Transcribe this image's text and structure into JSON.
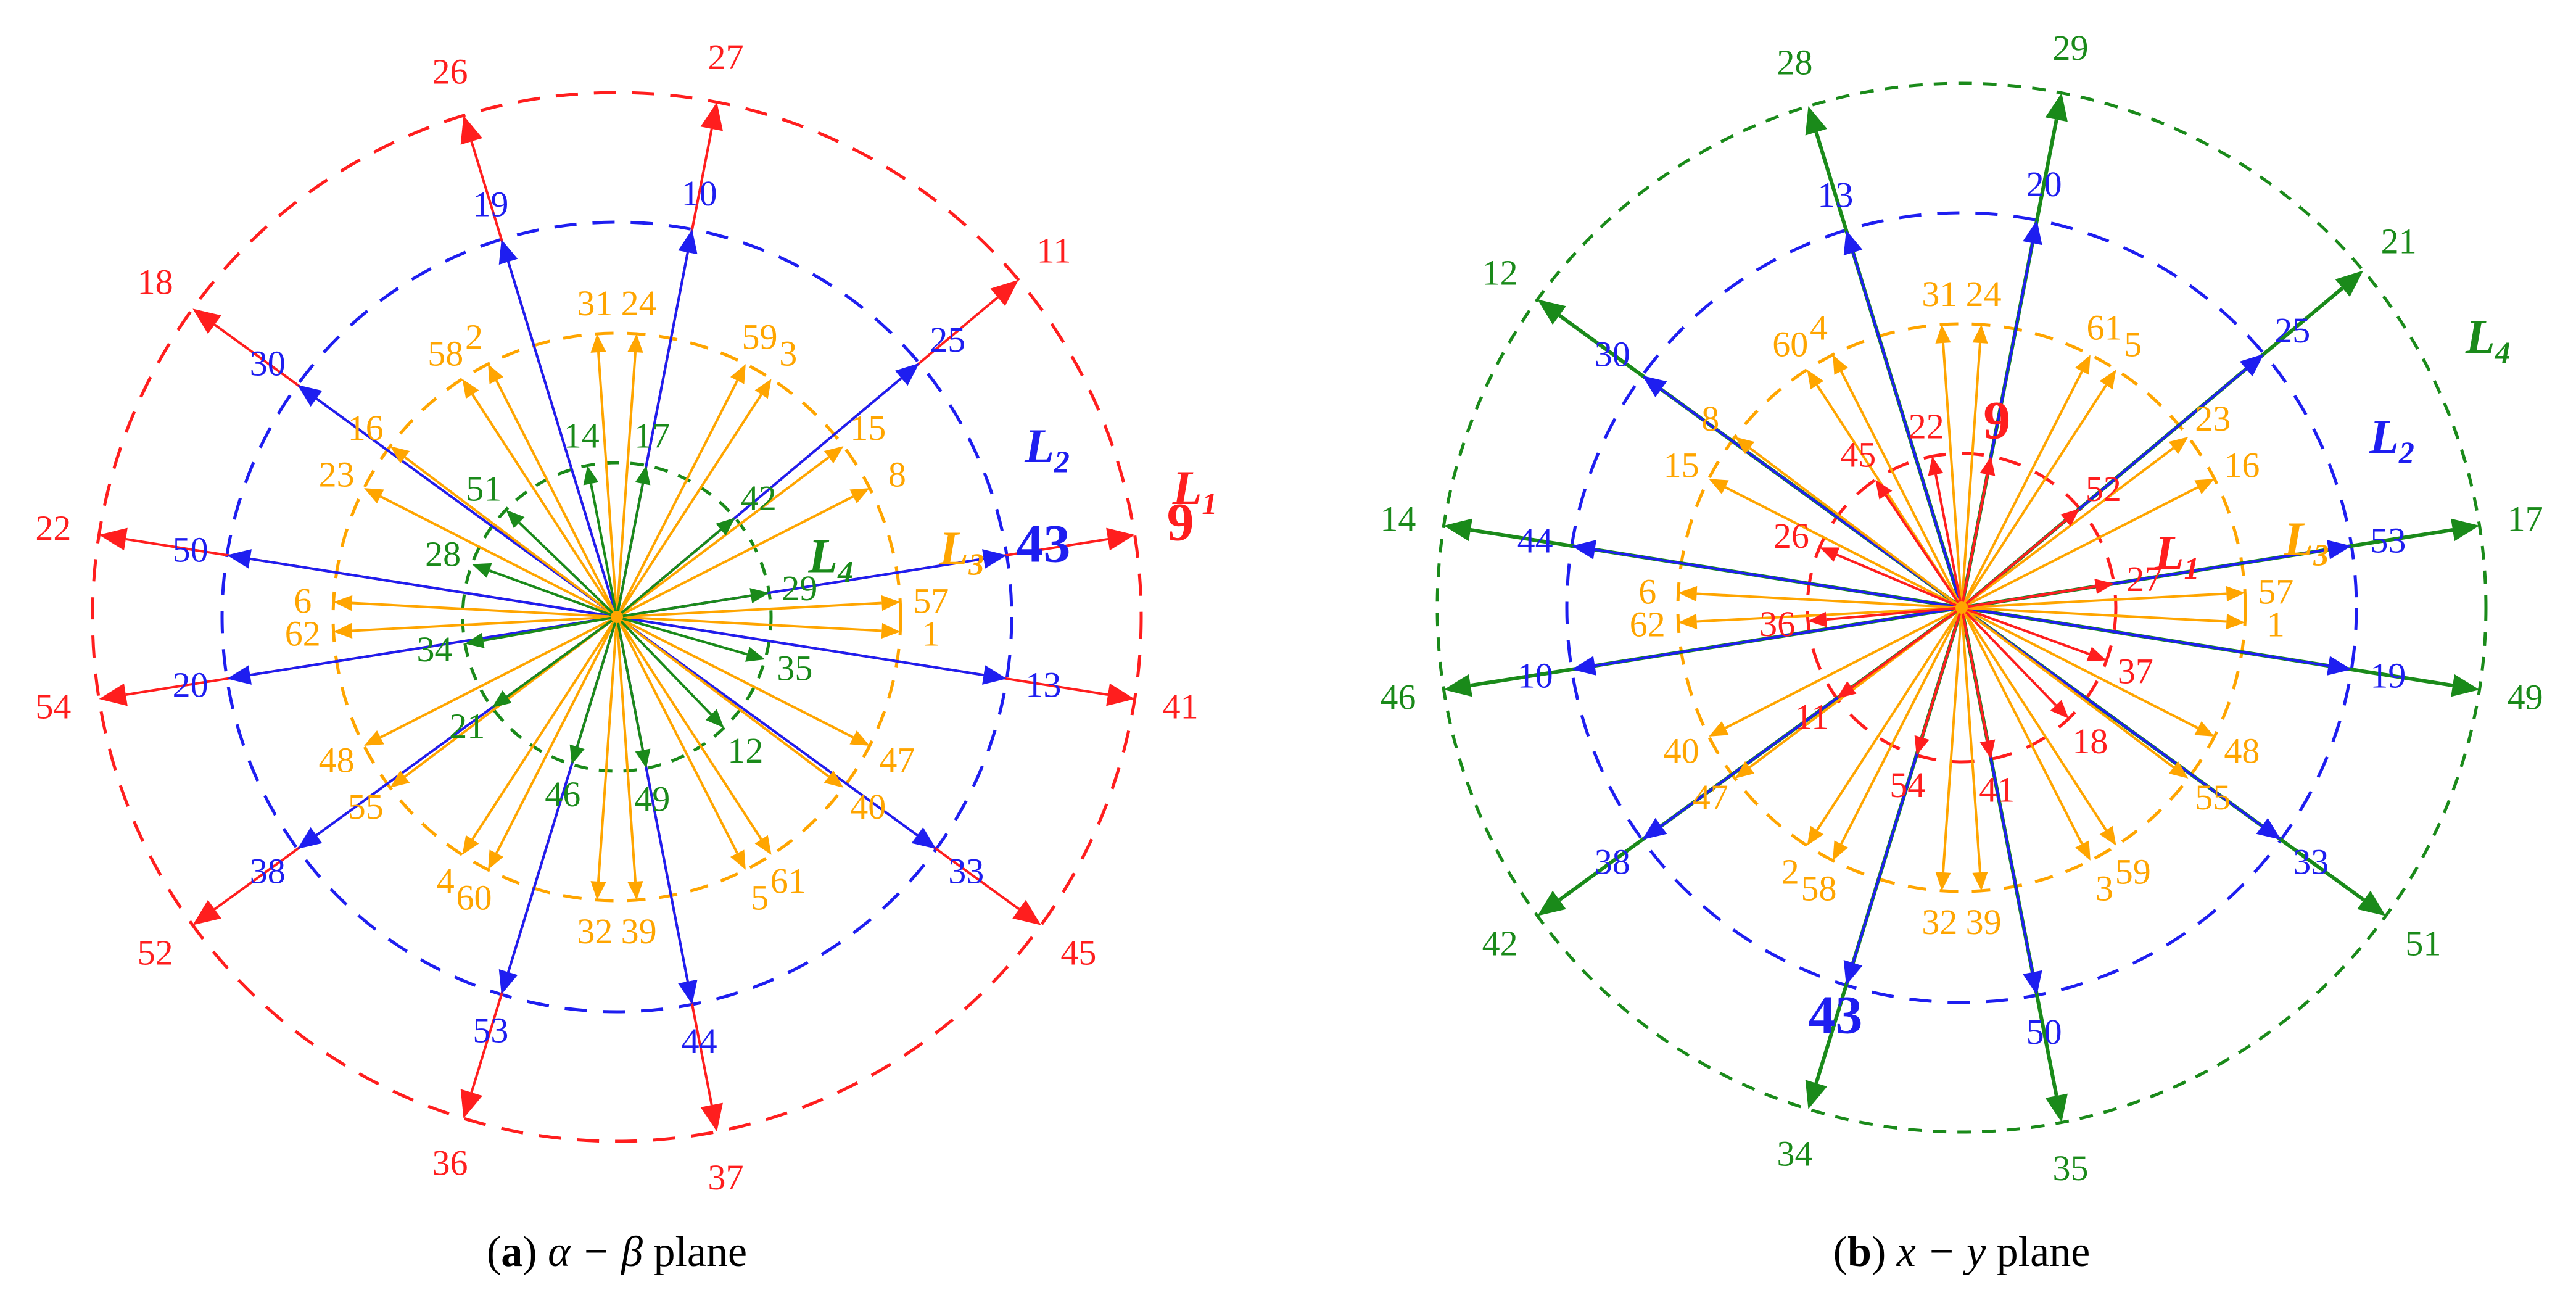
{
  "colors": {
    "L1": "#ff1e1e",
    "L2": "#1e1ef0",
    "L3": "#ffa500",
    "L4": "#1a8a1a",
    "center": "#ffa500"
  },
  "panels": [
    {
      "id": "a",
      "caption": {
        "letter": "a",
        "math": "α − β",
        "word": "plane"
      },
      "radii": {
        "L1": 850,
        "L2": 640,
        "L3": 460,
        "L4": 250
      },
      "rings": [
        {
          "level": "L1",
          "label": "L",
          "sub": "1",
          "angle": 12
        },
        {
          "level": "L2",
          "label": "L",
          "sub": "2",
          "angle": 22
        },
        {
          "level": "L3",
          "label": "L",
          "sub": "3",
          "angle": 10
        },
        {
          "level": "L4",
          "label": "L",
          "sub": "4",
          "angle": 15
        }
      ],
      "vectors": [
        {
          "n": "9",
          "level": "L1",
          "angle": 9,
          "big": true
        },
        {
          "n": "27",
          "level": "L1",
          "angle": 79
        },
        {
          "n": "26",
          "level": "L1",
          "angle": 107
        },
        {
          "n": "11",
          "level": "L1",
          "angle": 40
        },
        {
          "n": "18",
          "level": "L1",
          "angle": 144
        },
        {
          "n": "22",
          "level": "L1",
          "angle": 171
        },
        {
          "n": "54",
          "level": "L1",
          "angle": 189
        },
        {
          "n": "52",
          "level": "L1",
          "angle": 216
        },
        {
          "n": "36",
          "level": "L1",
          "angle": 253
        },
        {
          "n": "37",
          "level": "L1",
          "angle": 281
        },
        {
          "n": "45",
          "level": "L1",
          "angle": 324
        },
        {
          "n": "41",
          "level": "L1",
          "angle": 351
        },
        {
          "n": "43",
          "level": "L2",
          "angle": 9,
          "big": true
        },
        {
          "n": "10",
          "level": "L2",
          "angle": 79
        },
        {
          "n": "19",
          "level": "L2",
          "angle": 107
        },
        {
          "n": "25",
          "level": "L2",
          "angle": 40
        },
        {
          "n": "30",
          "level": "L2",
          "angle": 144
        },
        {
          "n": "50",
          "level": "L2",
          "angle": 171
        },
        {
          "n": "20",
          "level": "L2",
          "angle": 189
        },
        {
          "n": "38",
          "level": "L2",
          "angle": 216
        },
        {
          "n": "53",
          "level": "L2",
          "angle": 253
        },
        {
          "n": "44",
          "level": "L2",
          "angle": 281
        },
        {
          "n": "33",
          "level": "L2",
          "angle": 324
        },
        {
          "n": "13",
          "level": "L2",
          "angle": 351
        },
        {
          "n": "57",
          "level": "L3",
          "angle": 3
        },
        {
          "n": "1",
          "level": "L3",
          "angle": -3
        },
        {
          "n": "8",
          "level": "L3",
          "angle": 27
        },
        {
          "n": "15",
          "level": "L3",
          "angle": 37
        },
        {
          "n": "3",
          "level": "L3",
          "angle": 57
        },
        {
          "n": "59",
          "level": "L3",
          "angle": 63
        },
        {
          "n": "24",
          "level": "L3",
          "angle": 86
        },
        {
          "n": "31",
          "level": "L3",
          "angle": 94
        },
        {
          "n": "2",
          "level": "L3",
          "angle": 117
        },
        {
          "n": "58",
          "level": "L3",
          "angle": 123
        },
        {
          "n": "16",
          "level": "L3",
          "angle": 143
        },
        {
          "n": "23",
          "level": "L3",
          "angle": 153
        },
        {
          "n": "6",
          "level": "L3",
          "angle": 177
        },
        {
          "n": "62",
          "level": "L3",
          "angle": 183
        },
        {
          "n": "48",
          "level": "L3",
          "angle": 207
        },
        {
          "n": "55",
          "level": "L3",
          "angle": 217
        },
        {
          "n": "4",
          "level": "L3",
          "angle": 237
        },
        {
          "n": "60",
          "level": "L3",
          "angle": 243
        },
        {
          "n": "32",
          "level": "L3",
          "angle": 266
        },
        {
          "n": "39",
          "level": "L3",
          "angle": 274
        },
        {
          "n": "5",
          "level": "L3",
          "angle": 297
        },
        {
          "n": "61",
          "level": "L3",
          "angle": 303
        },
        {
          "n": "40",
          "level": "L3",
          "angle": 323
        },
        {
          "n": "47",
          "level": "L3",
          "angle": 333
        },
        {
          "n": "29",
          "level": "L4",
          "angle": 9
        },
        {
          "n": "17",
          "level": "L4",
          "angle": 79
        },
        {
          "n": "14",
          "level": "L4",
          "angle": 101
        },
        {
          "n": "42",
          "level": "L4",
          "angle": 40
        },
        {
          "n": "51",
          "level": "L4",
          "angle": 136
        },
        {
          "n": "28",
          "level": "L4",
          "angle": 160
        },
        {
          "n": "34",
          "level": "L4",
          "angle": 190
        },
        {
          "n": "21",
          "level": "L4",
          "angle": 216
        },
        {
          "n": "46",
          "level": "L4",
          "angle": 253
        },
        {
          "n": "49",
          "level": "L4",
          "angle": 281
        },
        {
          "n": "12",
          "level": "L4",
          "angle": 314
        },
        {
          "n": "35",
          "level": "L4",
          "angle": 344
        }
      ]
    },
    {
      "id": "b",
      "caption": {
        "letter": "b",
        "math": "x − y",
        "word": "plane"
      },
      "radii": {
        "L1": 250,
        "L2": 640,
        "L3": 460,
        "L4": 850
      },
      "rings": [
        {
          "level": "L4",
          "label": "L",
          "sub": "4",
          "angle": 28
        },
        {
          "level": "L2",
          "label": "L",
          "sub": "2",
          "angle": 22
        },
        {
          "level": "L3",
          "label": "L",
          "sub": "3",
          "angle": 10
        },
        {
          "level": "L1",
          "label": "L",
          "sub": "1",
          "angle": 13
        }
      ],
      "vectors": [
        {
          "n": "29",
          "level": "L4",
          "angle": 79
        },
        {
          "n": "28",
          "level": "L4",
          "angle": 107
        },
        {
          "n": "21",
          "level": "L4",
          "angle": 40
        },
        {
          "n": "12",
          "level": "L4",
          "angle": 144
        },
        {
          "n": "14",
          "level": "L4",
          "angle": 171
        },
        {
          "n": "46",
          "level": "L4",
          "angle": 189
        },
        {
          "n": "42",
          "level": "L4",
          "angle": 216
        },
        {
          "n": "34",
          "level": "L4",
          "angle": 253
        },
        {
          "n": "35",
          "level": "L4",
          "angle": 281
        },
        {
          "n": "51",
          "level": "L4",
          "angle": 324
        },
        {
          "n": "49",
          "level": "L4",
          "angle": 351
        },
        {
          "n": "17",
          "level": "L4",
          "angle": 9
        },
        {
          "n": "20",
          "level": "L2",
          "angle": 79
        },
        {
          "n": "13",
          "level": "L2",
          "angle": 107
        },
        {
          "n": "25",
          "level": "L2",
          "angle": 40
        },
        {
          "n": "30",
          "level": "L2",
          "angle": 144
        },
        {
          "n": "44",
          "level": "L2",
          "angle": 171
        },
        {
          "n": "10",
          "level": "L2",
          "angle": 189
        },
        {
          "n": "38",
          "level": "L2",
          "angle": 216
        },
        {
          "n": "43",
          "level": "L2",
          "angle": 253,
          "big": true
        },
        {
          "n": "50",
          "level": "L2",
          "angle": 281
        },
        {
          "n": "33",
          "level": "L2",
          "angle": 324
        },
        {
          "n": "19",
          "level": "L2",
          "angle": 351
        },
        {
          "n": "53",
          "level": "L2",
          "angle": 9
        },
        {
          "n": "57",
          "level": "L3",
          "angle": 3
        },
        {
          "n": "1",
          "level": "L3",
          "angle": -3
        },
        {
          "n": "16",
          "level": "L3",
          "angle": 27
        },
        {
          "n": "23",
          "level": "L3",
          "angle": 37
        },
        {
          "n": "5",
          "level": "L3",
          "angle": 57
        },
        {
          "n": "61",
          "level": "L3",
          "angle": 63
        },
        {
          "n": "24",
          "level": "L3",
          "angle": 86
        },
        {
          "n": "31",
          "level": "L3",
          "angle": 94
        },
        {
          "n": "4",
          "level": "L3",
          "angle": 117
        },
        {
          "n": "60",
          "level": "L3",
          "angle": 123
        },
        {
          "n": "8",
          "level": "L3",
          "angle": 143
        },
        {
          "n": "15",
          "level": "L3",
          "angle": 153
        },
        {
          "n": "6",
          "level": "L3",
          "angle": 177
        },
        {
          "n": "62",
          "level": "L3",
          "angle": 183
        },
        {
          "n": "40",
          "level": "L3",
          "angle": 207
        },
        {
          "n": "47",
          "level": "L3",
          "angle": 217
        },
        {
          "n": "2",
          "level": "L3",
          "angle": 237
        },
        {
          "n": "58",
          "level": "L3",
          "angle": 243
        },
        {
          "n": "32",
          "level": "L3",
          "angle": 266
        },
        {
          "n": "39",
          "level": "L3",
          "angle": 274
        },
        {
          "n": "3",
          "level": "L3",
          "angle": 297
        },
        {
          "n": "59",
          "level": "L3",
          "angle": 303
        },
        {
          "n": "55",
          "level": "L3",
          "angle": 323
        },
        {
          "n": "48",
          "level": "L3",
          "angle": 333
        },
        {
          "n": "9",
          "level": "L1",
          "angle": 79,
          "big": true
        },
        {
          "n": "22",
          "level": "L1",
          "angle": 101
        },
        {
          "n": "52",
          "level": "L1",
          "angle": 40
        },
        {
          "n": "45",
          "level": "L1",
          "angle": 124
        },
        {
          "n": "26",
          "level": "L1",
          "angle": 157
        },
        {
          "n": "36",
          "level": "L1",
          "angle": 185
        },
        {
          "n": "11",
          "level": "L1",
          "angle": 216
        },
        {
          "n": "54",
          "level": "L1",
          "angle": 253
        },
        {
          "n": "41",
          "level": "L1",
          "angle": 281
        },
        {
          "n": "18",
          "level": "L1",
          "angle": 314
        },
        {
          "n": "37",
          "level": "L1",
          "angle": 340
        },
        {
          "n": "27",
          "level": "L1",
          "angle": 9
        }
      ]
    }
  ]
}
